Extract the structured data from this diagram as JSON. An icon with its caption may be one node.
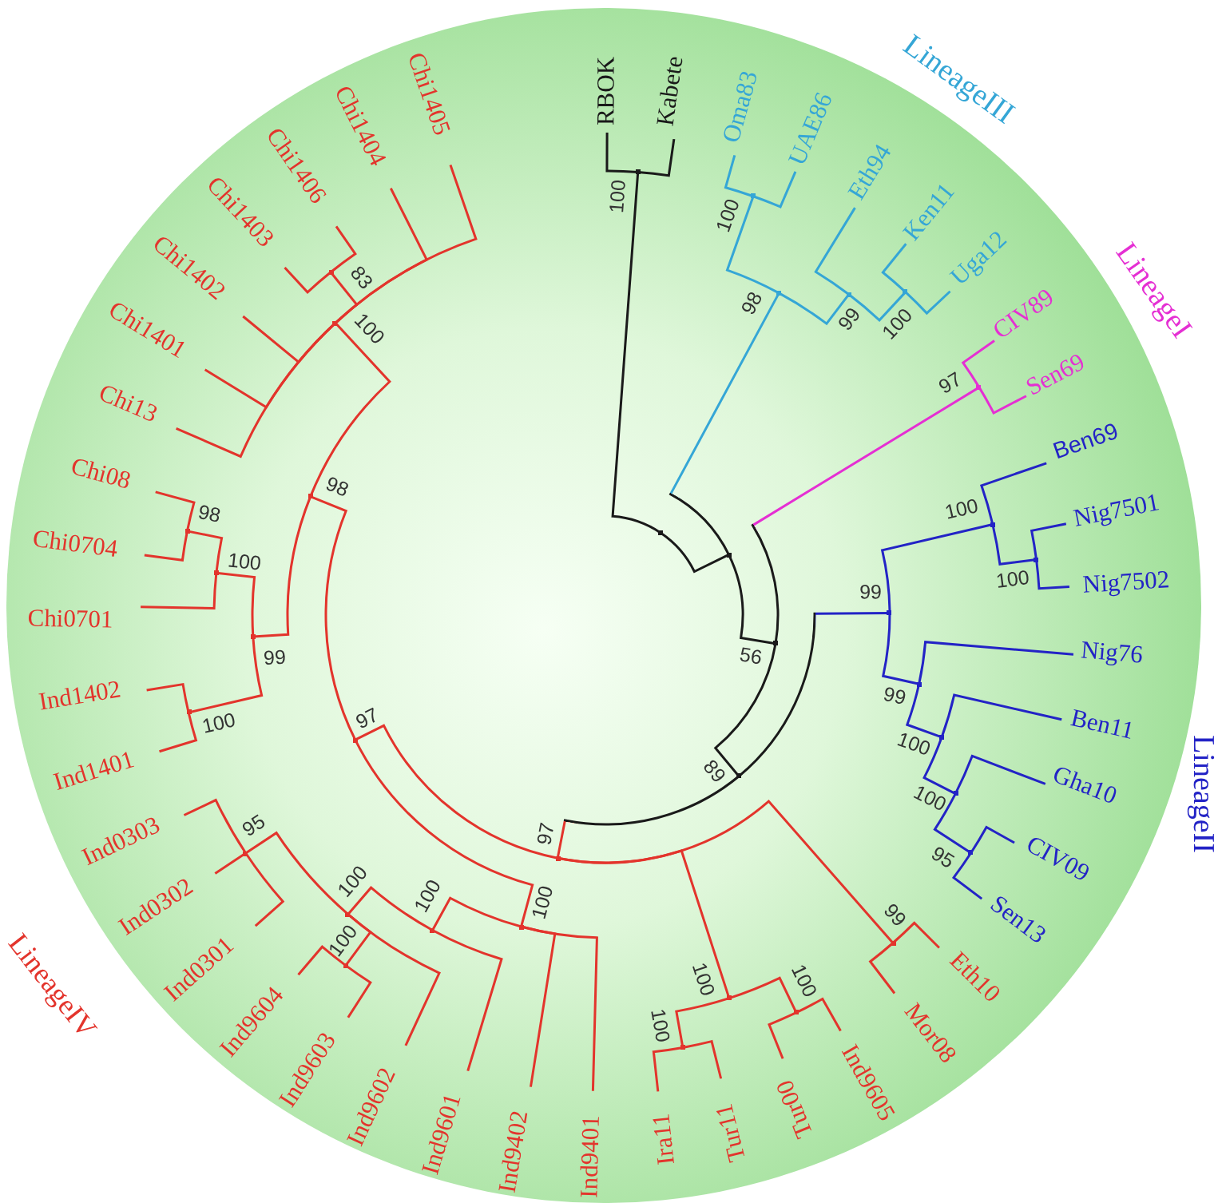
{
  "diagram": {
    "nodes": [
      {
        "text": [],
        "shape": "point"
      },
      {
        "text": [],
        "shape": "point",
        "beside": [
          "100"
        ]
      },
      {
        "text": [
          "RBOK"
        ]
      },
      {
        "text": [
          "Kabete"
        ]
      },
      {
        "text": [],
        "shape": "point"
      },
      {
        "text": [],
        "shape": "point",
        "beside": [
          "98"
        ]
      },
      {
        "text": [],
        "shape": "point",
        "beside": [
          "100"
        ]
      },
      {
        "text": [
          "Oma83"
        ]
      },
      {
        "text": [
          "UAE86"
        ]
      },
      {
        "text": [],
        "shape": "point",
        "beside": [
          "99"
        ]
      },
      {
        "text": [
          "Eth94"
        ]
      },
      {
        "text": [],
        "shape": "point",
        "beside": [
          "100"
        ]
      },
      {
        "text": [
          "Ken11"
        ]
      },
      {
        "text": [
          "Uga12"
        ]
      },
      {
        "text": [],
        "shape": "point",
        "beside": [
          "56"
        ]
      },
      {
        "text": [],
        "shape": "point",
        "beside": [
          "97"
        ]
      },
      {
        "text": [
          "CIV89"
        ]
      },
      {
        "text": [
          "Sen69"
        ]
      },
      {
        "text": [],
        "shape": "point",
        "beside": [
          "89"
        ]
      },
      {
        "text": [],
        "shape": "point",
        "beside": [
          "99"
        ]
      },
      {
        "text": [],
        "shape": "point",
        "beside": [
          "100"
        ]
      },
      {
        "text": [
          "Ben69"
        ]
      },
      {
        "text": [],
        "shape": "point",
        "beside": [
          "100"
        ]
      },
      {
        "text": [
          "Nig7501"
        ]
      },
      {
        "text": [
          "Nig7502"
        ]
      },
      {
        "text": [],
        "shape": "point",
        "beside": [
          "99"
        ]
      },
      {
        "text": [
          "Nig76"
        ]
      },
      {
        "text": [],
        "shape": "point",
        "beside": [
          "100"
        ]
      },
      {
        "text": [
          "Ben11"
        ]
      },
      {
        "text": [],
        "shape": "point",
        "beside": [
          "100"
        ]
      },
      {
        "text": [
          "Gha10"
        ]
      },
      {
        "text": [],
        "shape": "point",
        "beside": [
          "95"
        ]
      },
      {
        "text": [
          "CIV09"
        ]
      },
      {
        "text": [
          "Sen13"
        ]
      },
      {
        "text": [],
        "shape": "point",
        "beside": [
          "97"
        ]
      },
      {
        "text": [],
        "shape": "point",
        "beside": [
          "99"
        ]
      },
      {
        "text": [
          "Eth10"
        ]
      },
      {
        "text": [
          "Mor08"
        ]
      },
      {
        "text": [],
        "shape": "point",
        "beside": [
          "100"
        ]
      },
      {
        "text": [],
        "shape": "point",
        "beside": [
          "100"
        ]
      },
      {
        "text": [
          "Ind9605"
        ]
      },
      {
        "text": [
          "Tur00"
        ]
      },
      {
        "text": [],
        "shape": "point",
        "beside": [
          "100"
        ]
      },
      {
        "text": [
          "Tur11"
        ]
      },
      {
        "text": [
          "Ira11"
        ]
      },
      {
        "text": [],
        "shape": "point",
        "beside": [
          "97"
        ]
      },
      {
        "text": [],
        "shape": "point",
        "beside": [
          "100"
        ]
      },
      {
        "text": [
          "Ind9401"
        ]
      },
      {
        "text": [
          "Ind9402"
        ]
      },
      {
        "text": [],
        "shape": "point",
        "beside": [
          "100"
        ]
      },
      {
        "text": [
          "Ind9601"
        ]
      },
      {
        "text": [],
        "shape": "point",
        "beside": [
          "100"
        ]
      },
      {
        "text": [
          "Ind9602"
        ]
      },
      {
        "text": [],
        "shape": "point",
        "beside": [
          "100"
        ]
      },
      {
        "text": [
          "Ind9603"
        ]
      },
      {
        "text": [
          "Ind9604"
        ]
      },
      {
        "text": [],
        "shape": "point",
        "beside": [
          "95"
        ]
      },
      {
        "text": [
          "Ind0301"
        ]
      },
      {
        "text": [
          "Ind0302"
        ]
      },
      {
        "text": [
          "Ind0303"
        ]
      },
      {
        "text": [],
        "shape": "point",
        "beside": [
          "98"
        ]
      },
      {
        "text": [],
        "shape": "point",
        "beside": [
          "99"
        ]
      },
      {
        "text": [],
        "shape": "point",
        "beside": [
          "100"
        ]
      },
      {
        "text": [
          "Ind1401"
        ]
      },
      {
        "text": [
          "Ind1402"
        ]
      },
      {
        "text": [],
        "shape": "point",
        "beside": [
          "100"
        ]
      },
      {
        "text": [
          "Chi0701"
        ]
      },
      {
        "text": [],
        "shape": "point",
        "beside": [
          "98"
        ]
      },
      {
        "text": [
          "Chi0704"
        ]
      },
      {
        "text": [
          "Chi08"
        ]
      },
      {
        "text": [],
        "shape": "point",
        "beside": [
          "100"
        ]
      },
      {
        "text": [
          "Chi13"
        ]
      },
      {
        "text": [
          "Chi1401"
        ]
      },
      {
        "text": [
          "Chi1402"
        ]
      },
      {
        "text": [],
        "shape": "point",
        "beside": [
          "83"
        ]
      },
      {
        "text": [
          "Chi1403"
        ]
      },
      {
        "text": [
          "Chi1406"
        ]
      },
      {
        "text": [
          "Chi1404"
        ]
      },
      {
        "text": [
          "Chi1405"
        ]
      }
    ],
    "edges": [
      {
        "from": 0,
        "to": 1,
        "arrow": "none",
        "color": "#1a1a1a"
      },
      {
        "from": 1,
        "to": 2,
        "arrow": "none",
        "color": "#1a1a1a"
      },
      {
        "from": 1,
        "to": 3,
        "arrow": "none",
        "color": "#1a1a1a"
      },
      {
        "from": 0,
        "to": 4,
        "arrow": "none",
        "color": "#1a1a1a"
      },
      {
        "from": 4,
        "to": 5,
        "arrow": "none",
        "color": "#35a6d6"
      },
      {
        "from": 5,
        "to": 6,
        "arrow": "none",
        "color": "#35a6d6"
      },
      {
        "from": 6,
        "to": 7,
        "arrow": "none",
        "color": "#35a6d6"
      },
      {
        "from": 6,
        "to": 8,
        "arrow": "none",
        "color": "#35a6d6"
      },
      {
        "from": 5,
        "to": 9,
        "arrow": "none",
        "color": "#35a6d6"
      },
      {
        "from": 9,
        "to": 10,
        "arrow": "none",
        "color": "#35a6d6"
      },
      {
        "from": 9,
        "to": 11,
        "arrow": "none",
        "color": "#35a6d6"
      },
      {
        "from": 11,
        "to": 12,
        "arrow": "none",
        "color": "#35a6d6"
      },
      {
        "from": 11,
        "to": 13,
        "arrow": "none",
        "color": "#35a6d6"
      },
      {
        "from": 4,
        "to": 14,
        "arrow": "none",
        "color": "#1a1a1a"
      },
      {
        "from": 14,
        "to": 15,
        "arrow": "none",
        "color": "#e52fd3"
      },
      {
        "from": 15,
        "to": 16,
        "arrow": "none",
        "color": "#e52fd3"
      },
      {
        "from": 15,
        "to": 17,
        "arrow": "none",
        "color": "#e52fd3"
      },
      {
        "from": 14,
        "to": 18,
        "arrow": "none",
        "color": "#1a1a1a"
      },
      {
        "from": 18,
        "to": 19,
        "arrow": "none",
        "color": "#2323c6"
      },
      {
        "from": 19,
        "to": 20,
        "arrow": "none",
        "color": "#2323c6"
      },
      {
        "from": 20,
        "to": 21,
        "arrow": "none",
        "color": "#2323c6"
      },
      {
        "from": 20,
        "to": 22,
        "arrow": "none",
        "color": "#2323c6"
      },
      {
        "from": 22,
        "to": 23,
        "arrow": "none",
        "color": "#2323c6"
      },
      {
        "from": 22,
        "to": 24,
        "arrow": "none",
        "color": "#2323c6"
      },
      {
        "from": 19,
        "to": 25,
        "arrow": "none",
        "color": "#2323c6"
      },
      {
        "from": 25,
        "to": 26,
        "arrow": "none",
        "color": "#2323c6"
      },
      {
        "from": 25,
        "to": 27,
        "arrow": "none",
        "color": "#2323c6"
      },
      {
        "from": 27,
        "to": 28,
        "arrow": "none",
        "color": "#2323c6"
      },
      {
        "from": 27,
        "to": 29,
        "arrow": "none",
        "color": "#2323c6"
      },
      {
        "from": 29,
        "to": 30,
        "arrow": "none",
        "color": "#2323c6"
      },
      {
        "from": 29,
        "to": 31,
        "arrow": "none",
        "color": "#2323c6"
      },
      {
        "from": 31,
        "to": 32,
        "arrow": "none",
        "color": "#2323c6"
      },
      {
        "from": 31,
        "to": 33,
        "arrow": "none",
        "color": "#2323c6"
      },
      {
        "from": 18,
        "to": 34,
        "arrow": "none"
      },
      {
        "from": 34,
        "to": 35,
        "arrow": "none"
      },
      {
        "from": 35,
        "to": 36,
        "arrow": "none"
      },
      {
        "from": 35,
        "to": 37,
        "arrow": "none"
      },
      {
        "from": 34,
        "to": 38,
        "arrow": "none"
      },
      {
        "from": 38,
        "to": 39,
        "arrow": "none"
      },
      {
        "from": 39,
        "to": 40,
        "arrow": "none"
      },
      {
        "from": 39,
        "to": 41,
        "arrow": "none"
      },
      {
        "from": 38,
        "to": 42,
        "arrow": "none"
      },
      {
        "from": 42,
        "to": 43,
        "arrow": "none"
      },
      {
        "from": 42,
        "to": 44,
        "arrow": "none"
      },
      {
        "from": 34,
        "to": 45,
        "arrow": "none"
      },
      {
        "from": 45,
        "to": 46,
        "arrow": "none"
      },
      {
        "from": 46,
        "to": 47,
        "arrow": "none"
      },
      {
        "from": 46,
        "to": 48,
        "arrow": "none"
      },
      {
        "from": 46,
        "to": 49,
        "arrow": "none"
      },
      {
        "from": 49,
        "to": 50,
        "arrow": "none"
      },
      {
        "from": 49,
        "to": 51,
        "arrow": "none"
      },
      {
        "from": 51,
        "to": 52,
        "arrow": "none"
      },
      {
        "from": 51,
        "to": 53,
        "arrow": "none"
      },
      {
        "from": 53,
        "to": 54,
        "arrow": "none"
      },
      {
        "from": 53,
        "to": 55,
        "arrow": "none"
      },
      {
        "from": 51,
        "to": 56,
        "arrow": "none"
      },
      {
        "from": 56,
        "to": 57,
        "arrow": "none"
      },
      {
        "from": 56,
        "to": 58,
        "arrow": "none"
      },
      {
        "from": 56,
        "to": 59,
        "arrow": "none"
      },
      {
        "from": 45,
        "to": 60,
        "arrow": "none"
      },
      {
        "from": 60,
        "to": 61,
        "arrow": "none"
      },
      {
        "from": 61,
        "to": 62,
        "arrow": "none"
      },
      {
        "from": 62,
        "to": 63,
        "arrow": "none"
      },
      {
        "from": 62,
        "to": 64,
        "arrow": "none"
      },
      {
        "from": 61,
        "to": 65,
        "arrow": "none"
      },
      {
        "from": 65,
        "to": 66,
        "arrow": "none"
      },
      {
        "from": 65,
        "to": 67,
        "arrow": "none"
      },
      {
        "from": 67,
        "to": 68,
        "arrow": "none"
      },
      {
        "from": 67,
        "to": 69,
        "arrow": "none"
      },
      {
        "from": 60,
        "to": 70,
        "arrow": "none"
      },
      {
        "from": 70,
        "to": 71,
        "arrow": "none"
      },
      {
        "from": 70,
        "to": 72,
        "arrow": "none"
      },
      {
        "from": 70,
        "to": 73,
        "arrow": "none"
      },
      {
        "from": 70,
        "to": 74,
        "arrow": "none"
      },
      {
        "from": 74,
        "to": 75,
        "arrow": "none"
      },
      {
        "from": 74,
        "to": 76,
        "arrow": "none"
      },
      {
        "from": 70,
        "to": 77,
        "arrow": "none"
      },
      {
        "from": 70,
        "to": 78,
        "arrow": "none"
      }
    ],
    "labels": [
      "LineageIII",
      "LineageI",
      "LineageII",
      "LineageIV"
    ]
  }
}
